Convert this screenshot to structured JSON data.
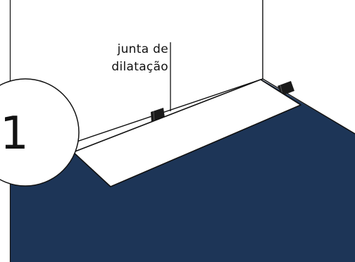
{
  "callout": {
    "line_1": "junta de",
    "line_2": "dilatação"
  },
  "step": {
    "number": "1"
  },
  "colors": {
    "floor": "#1d3557",
    "wall": "#ffffff",
    "board": "#ffffff",
    "lines": "#111111",
    "spacer": "#1a1a1a"
  }
}
